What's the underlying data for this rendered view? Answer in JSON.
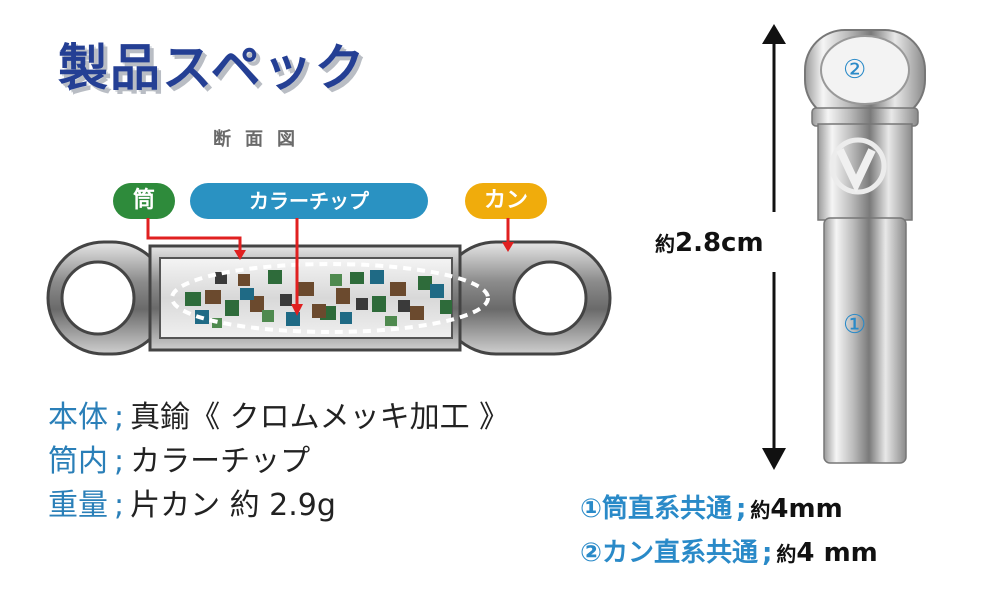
{
  "title": "製品スペック",
  "section_label": "断面図",
  "callouts": {
    "tube": "筒",
    "chip": "カラーチップ",
    "can": "カン"
  },
  "specs": [
    {
      "key": "本体",
      "sep": ";",
      "value": "真鍮《 クロムメッキ加工 》"
    },
    {
      "key": "筒内",
      "sep": ";",
      "value": "カラーチップ"
    },
    {
      "key": "重量",
      "sep": ";",
      "value": "片カン 約 2.9g"
    }
  ],
  "dimension": {
    "prefix": "約",
    "value": "2.8cm"
  },
  "markers": {
    "one": "①",
    "two": "②"
  },
  "diameters": [
    {
      "key": "①筒直系共通",
      "sep": ";",
      "prefix": "約",
      "value": "4mm"
    },
    {
      "key": "②カン直系共通",
      "sep": ";",
      "prefix": "約",
      "value": "4 mm"
    }
  ],
  "colors": {
    "title": "#243f94",
    "tube_green": "#2e8b3b",
    "chip_blue": "#2a92c2",
    "can_yellow": "#f0ac0c",
    "arrow_red": "#e02020",
    "spec_blue": "#2a7fb8"
  }
}
